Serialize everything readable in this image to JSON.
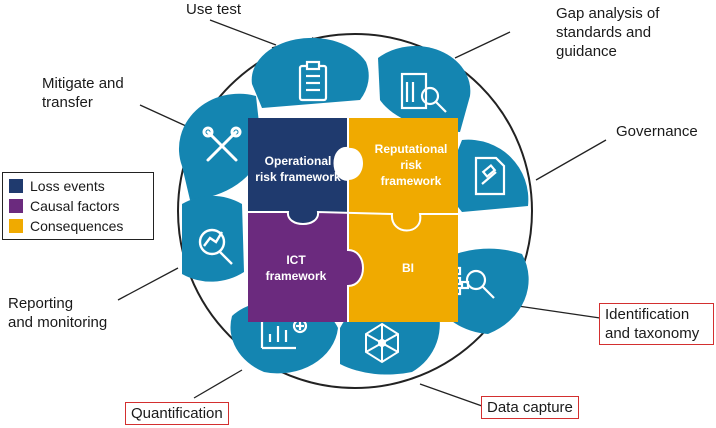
{
  "labels": {
    "use_test": "Use test",
    "gap_analysis_1": "Gap analysis of",
    "gap_analysis_2": "standards and",
    "gap_analysis_3": "guidance",
    "mitigate_1": "Mitigate and",
    "mitigate_2": "transfer",
    "governance": "Governance",
    "reporting_1": "Reporting",
    "reporting_2": "and monitoring",
    "identification_1": "Identification",
    "identification_2": "and taxonomy",
    "quantification": "Quantification",
    "data_capture": "Data capture"
  },
  "puzzle": {
    "operational_1": "Operational",
    "operational_2": "risk framework",
    "reputational_1": "Reputational",
    "reputational_2": "risk",
    "reputational_3": "framework",
    "ict_1": "ICT",
    "ict_2": "framework",
    "bi": "BI"
  },
  "legend": {
    "loss_events": "Loss events",
    "causal_factors": "Causal factors",
    "consequences": "Consequences"
  },
  "colors": {
    "navy": "#1f3a6e",
    "purple": "#6b2a7e",
    "gold": "#f0aa00",
    "teal": "#1485b1",
    "outline": "#222222",
    "highlight_border": "#d32f2f"
  },
  "icons": [
    "clipboard-icon",
    "document-search-icon",
    "document-gavel-icon",
    "data-search-icon",
    "network-icon",
    "chart-add-icon",
    "chart-search-icon",
    "tools-icon"
  ]
}
